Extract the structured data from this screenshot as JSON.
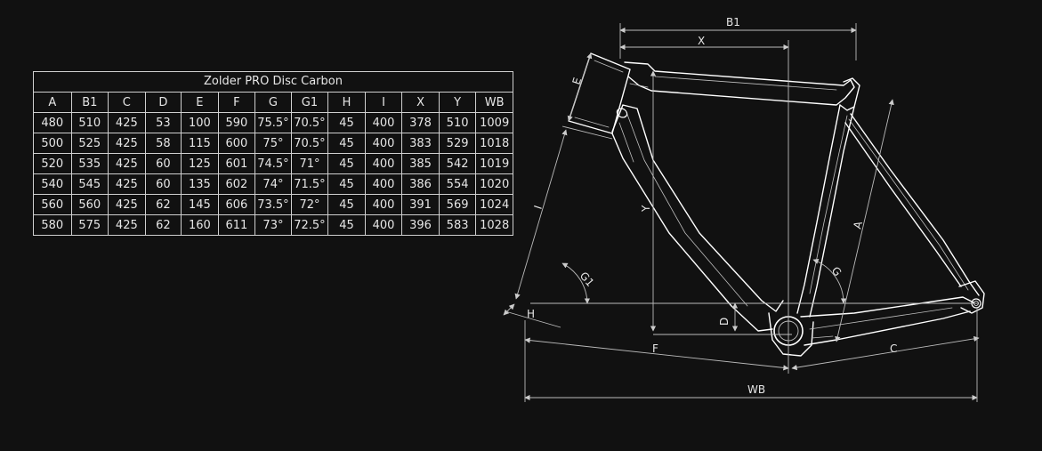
{
  "table": {
    "title": "Zolder PRO Disc Carbon",
    "columns": [
      "A",
      "B1",
      "C",
      "D",
      "E",
      "F",
      "G",
      "G1",
      "H",
      "I",
      "X",
      "Y",
      "WB"
    ],
    "rows": [
      [
        "480",
        "510",
        "425",
        "53",
        "100",
        "590",
        "75.5°",
        "70.5°",
        "45",
        "400",
        "378",
        "510",
        "1009"
      ],
      [
        "500",
        "525",
        "425",
        "58",
        "115",
        "600",
        "75°",
        "70.5°",
        "45",
        "400",
        "383",
        "529",
        "1018"
      ],
      [
        "520",
        "535",
        "425",
        "60",
        "125",
        "601",
        "74.5°",
        "71°",
        "45",
        "400",
        "385",
        "542",
        "1019"
      ],
      [
        "540",
        "545",
        "425",
        "60",
        "135",
        "602",
        "74°",
        "71.5°",
        "45",
        "400",
        "386",
        "554",
        "1020"
      ],
      [
        "560",
        "560",
        "425",
        "62",
        "145",
        "606",
        "73.5°",
        "72°",
        "45",
        "400",
        "391",
        "569",
        "1024"
      ],
      [
        "580",
        "575",
        "425",
        "62",
        "160",
        "611",
        "73°",
        "72.5°",
        "45",
        "400",
        "396",
        "583",
        "1028"
      ]
    ]
  },
  "diagram": {
    "labels": {
      "A": "A",
      "B1": "B1",
      "C": "C",
      "D": "D",
      "E": "E",
      "F": "F",
      "G": "G",
      "G1": "G1",
      "H": "H",
      "I": "I",
      "X": "X",
      "Y": "Y",
      "WB": "WB"
    },
    "colors": {
      "frame": "#ffffff",
      "dimension": "#bbbbbb",
      "background": "#111111"
    }
  }
}
